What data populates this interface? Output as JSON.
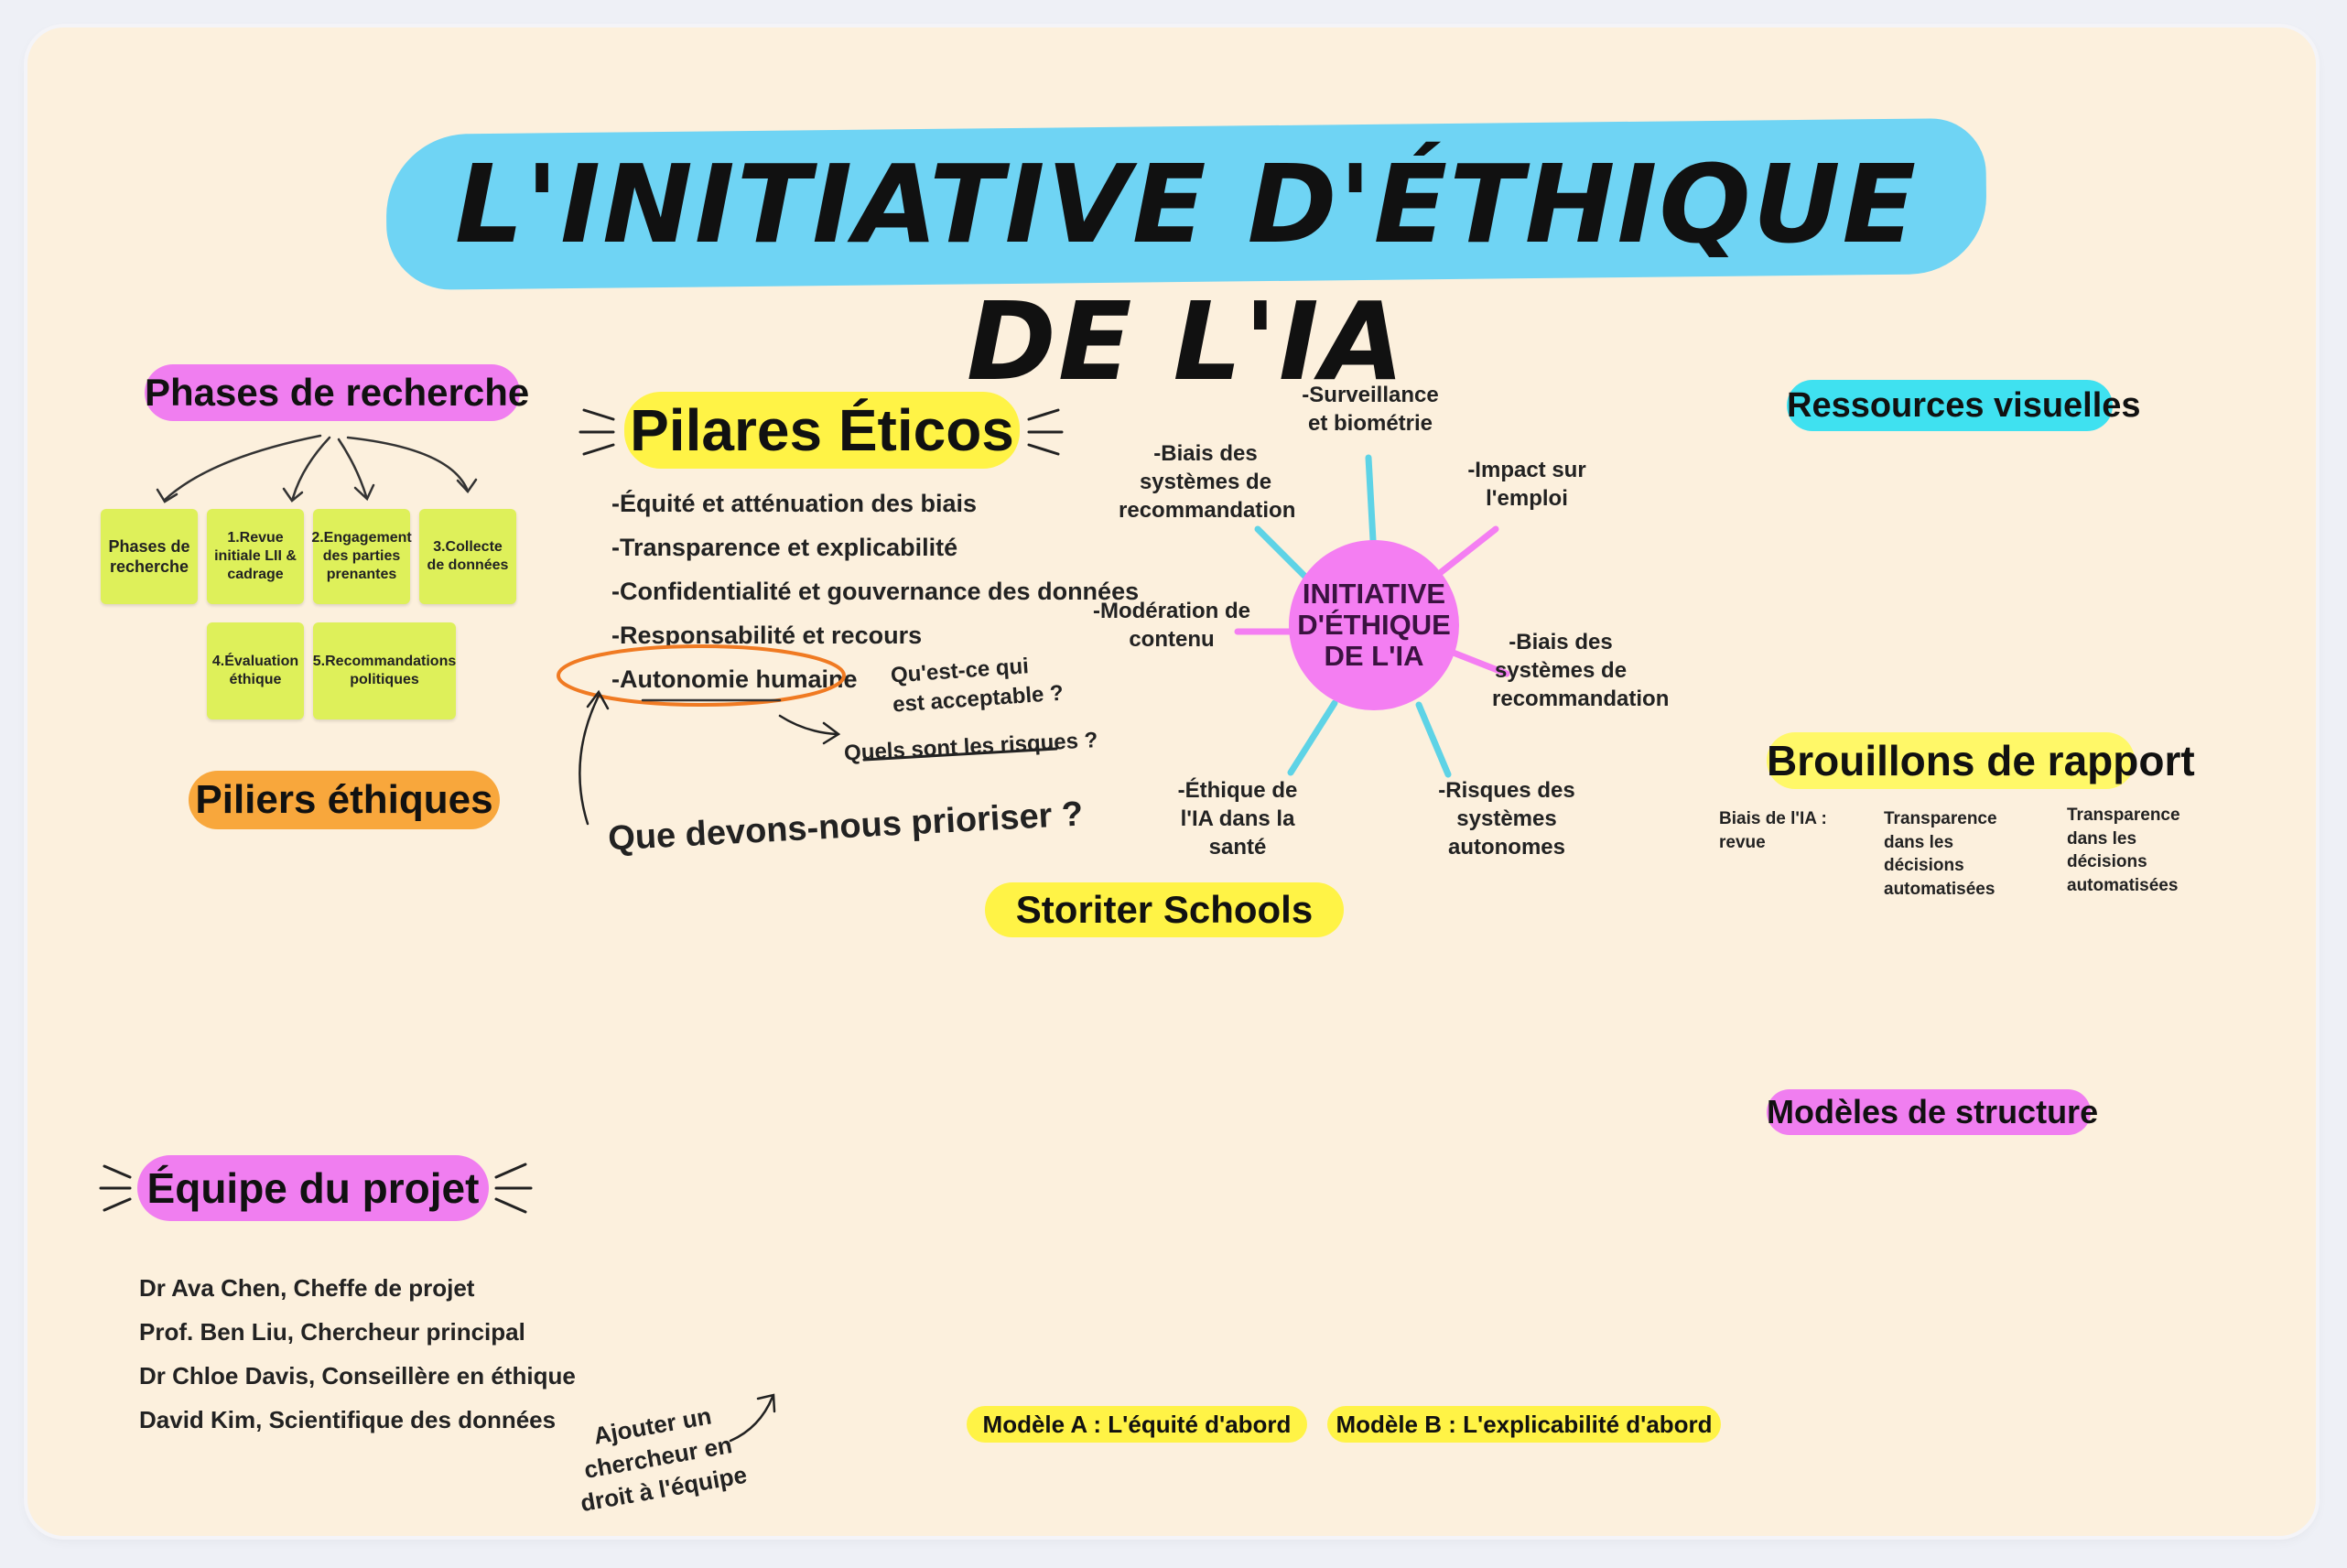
{
  "title": "L'INITIATIVE D'ÉTHIQUE DE L'IA",
  "research_phases": {
    "heading": "Phases de recherche",
    "stickies": [
      "Phases de recherche",
      "1.Revue initiale LII & cadrage",
      "2.Engagement des parties prenantes",
      "3.Collecte de données",
      "4.Évaluation éthique",
      "5.Recommandations politiques"
    ]
  },
  "ethical_pillars_label": "Piliers éthiques",
  "pilares": {
    "heading": "Pilares Éticos",
    "items": [
      "-Équité et atténuation des biais",
      "-Transparence et explicabilité",
      "-Confidentialité et gouvernance des données",
      "-Responsabilité et recours",
      "-Autonomie humaine"
    ],
    "note1": "Qu'est-ce qui est acceptable ?",
    "note2": "Quels sont les risques ?",
    "question": "Que devons-nous prioriser ?"
  },
  "mindmap": {
    "center": "INITIATIVE D'ÉTHIQUE DE L'IA",
    "spokes": [
      "-Surveillance et biométrie",
      "-Impact sur l'emploi",
      "-Biais des systèmes de recommandation",
      "-Risques des systèmes autonomes",
      "-Éthique de l'IA dans la santé",
      "-Modération de contenu",
      "-Biais des systèmes de recommandation"
    ],
    "colors": {
      "center": "#f47ef2",
      "cyan_spoke": "#5ed3e6",
      "pink_spoke": "#f47ef2"
    }
  },
  "storiter": "Storiter Schools",
  "visual_resources": "Ressources visuelles",
  "drafts": {
    "heading": "Brouillons de rapport",
    "notes": [
      "Biais de l'IA : revue",
      "Transparence dans les décisions automatisées",
      "Transparence dans les décisions automatisées"
    ]
  },
  "templates": {
    "heading": "Modèles de structure",
    "model_a": "Modèle A : L'équité d'abord",
    "model_b": "Modèle B : L'explicabilité d'abord"
  },
  "team": {
    "heading": "Équipe du projet",
    "members": [
      "Dr Ava Chen, Cheffe de projet",
      "Prof. Ben Liu, Chercheur principal",
      "Dr Chloe Davis, Conseillère en éthique",
      "David Kim, Scientifique des données"
    ],
    "add_note": "Ajouter un chercheur en droit à l'équipe"
  }
}
